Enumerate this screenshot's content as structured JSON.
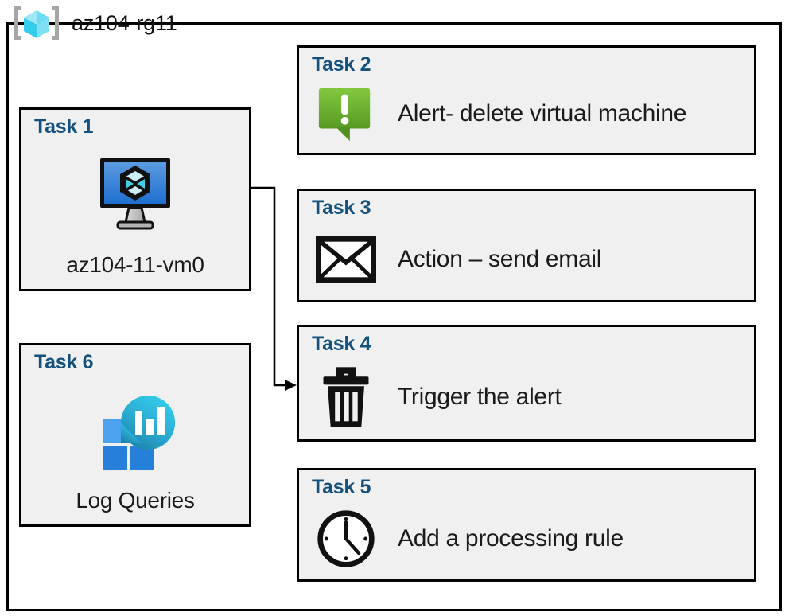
{
  "resource_group": {
    "icon": "azure-resource-group-icon",
    "name": "az104-rg11"
  },
  "colors": {
    "task_title": "#14517d",
    "card_background": "#f0f0f0",
    "card_border": "#000000",
    "page_background": "#ffffff",
    "alert_green_light": "#7dc242",
    "alert_green_dark": "#5a9a28",
    "vm_screen_blue_light": "#5b9be0",
    "vm_screen_blue_dark": "#1f6fd0",
    "log_blob_cyan": "#32c8e8",
    "log_blob_teal": "#1b7fa8",
    "log_square_light": "#4ba3ef",
    "log_square_dark": "#2680d9",
    "rg_icon_cube": "#3fd5f0",
    "rg_icon_bracket": "#a6a6a6",
    "connector": "#000000"
  },
  "cards": {
    "task1": {
      "title": "Task 1",
      "icon": "virtual-machine-icon",
      "caption": "az104-11-vm0"
    },
    "task2": {
      "title": "Task 2",
      "icon": "alert-bubble-icon",
      "label": "Alert- delete virtual machine"
    },
    "task3": {
      "title": "Task 3",
      "icon": "envelope-icon",
      "label": "Action – send email"
    },
    "task4": {
      "title": "Task 4",
      "icon": "trash-can-icon",
      "label": "Trigger the alert"
    },
    "task5": {
      "title": "Task 5",
      "icon": "clock-icon",
      "label": "Add a processing rule"
    },
    "task6": {
      "title": "Task 6",
      "icon": "log-analytics-icon",
      "caption": "Log Queries"
    }
  },
  "connections": [
    {
      "from": "task1",
      "to": "task4",
      "arrowhead": "to"
    }
  ]
}
